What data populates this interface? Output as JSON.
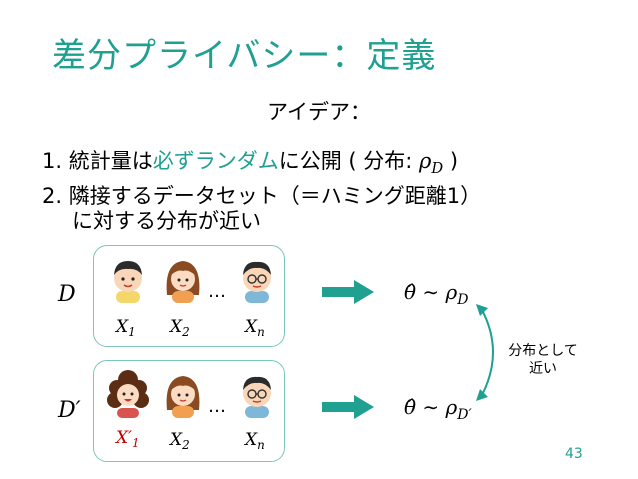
{
  "slide": {
    "title": "差分プライバシー：定義",
    "idea_heading": "アイデア：",
    "item1": {
      "num": "1.",
      "text_before": "統計量は",
      "highlight": "必ずランダム",
      "text_after": "に公開 ( 分布: ",
      "rho": "ρ",
      "rho_sub": "D",
      "close": " )"
    },
    "item2": {
      "num": "2.",
      "line1": "隣接するデータセット（＝ハミング距離1）",
      "line2": "に対する分布が近い"
    },
    "dataset_top": {
      "label": "D",
      "x1": "X",
      "x1_sub": "1",
      "x2": "X",
      "x2_sub": "2",
      "xn": "X",
      "xn_sub": "n",
      "dots": "…"
    },
    "dataset_bottom": {
      "label": "D′",
      "x1": "X′",
      "x1_sub": "1",
      "x2": "X",
      "x2_sub": "2",
      "xn": "X",
      "xn_sub": "n",
      "dots": "…"
    },
    "output_top": {
      "lhs": "θ̂ ∼ ρ",
      "sub": "D"
    },
    "output_bottom": {
      "lhs": "θ̂ ∼ ρ",
      "sub": "D′"
    },
    "note_line1": "分布として",
    "note_line2": "近い",
    "page_number": "43"
  },
  "colors": {
    "accent": "#1fa091",
    "highlight_red": "#c00000",
    "box_border": "#7cc7bd"
  }
}
